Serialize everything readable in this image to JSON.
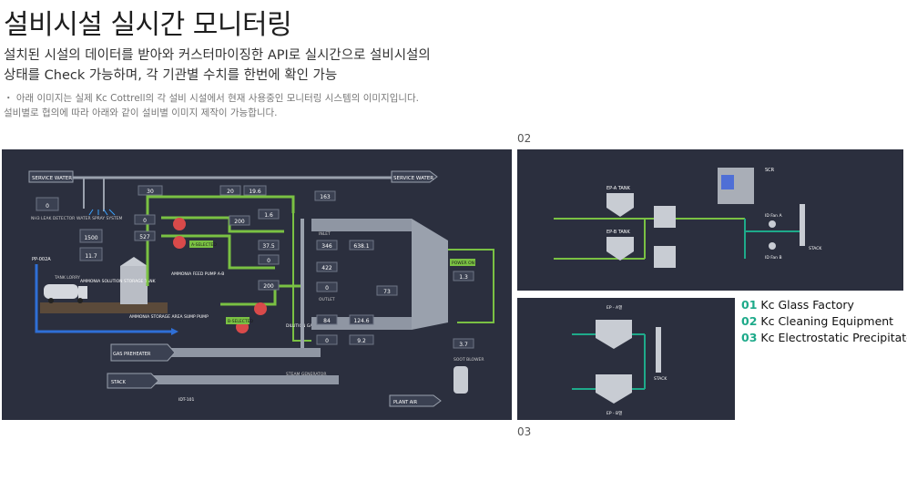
{
  "header": {
    "title": "설비시설 실시간 모니터링",
    "desc_line1": "설치된 시설의 데이터를 받아와 커스터마이징한 API로 실시간으로 설비시설의",
    "desc_line2": "상태를 Check 가능하며, 각 기관별 수치를 한번에 확인 가능",
    "note_line1": "・ 아래 이미지는 실제 Kc Cottrell의 각 설비 시설에서 현재 사용중인 모니터링 시스템의 이미지입니다.",
    "note_line2": "설비별로 협의에 따라 아래와 같이 설비별 이미지 제작이 가능합니다."
  },
  "labels": {
    "num02": "02",
    "num03": "03"
  },
  "legend": [
    {
      "num": "01",
      "text": "Kc Glass Factory"
    },
    {
      "num": "02",
      "text": "Kc Cleaning Equipment"
    },
    {
      "num": "03",
      "text": "Kc Electrostatic Precipitator"
    }
  ],
  "main_panel": {
    "service_water_left": "SERVICE WATER",
    "service_water_right": "SERVICE WATER",
    "nh3_leak": "NH3 LEAK DETECTOR",
    "water_spray": "WATER SPRAY SYSTEM",
    "pp002a": "PP-002A",
    "tank_lorry": "TANK LORRY",
    "tank_title": "AMMONIA SOLUTION STORAGE TANK",
    "feed_pump": "AMMONIA FEED PUMP A-B",
    "sump_pump": "AMMONIA STORAGE AREA SUMP PUMP",
    "gas_preheater": "GAS PREHEATER",
    "stack": "STACK",
    "idt_fan": "IDT-101",
    "dilution": "DILUTION GAS BLOWER",
    "steam_gen": "STEAM GENERATOR",
    "plant_air": "PLANT AIR",
    "soot_blower": "SOOT BLOWER",
    "a_selected": "A-SELECTED",
    "b_selected": "B-SELECTED",
    "power_on": "POWER ON",
    "inlet": "INLET",
    "outlet": "OUTLET",
    "readouts": {
      "r1": "0",
      "r2": "1500",
      "r3": "11.7",
      "r4": "30",
      "r5": "20",
      "r6": "19.6",
      "r7": "0",
      "r8": "527",
      "r9": "200",
      "r10": "1.6",
      "r11": "37.5",
      "r12": "0",
      "r13": "200",
      "r14": "163",
      "r15": "346",
      "r16": "638.1",
      "r17": "422",
      "r18": "0",
      "r19": "73",
      "r20": "84",
      "r21": "124.6",
      "r22": "0",
      "r23": "9.2",
      "r24": "1.3",
      "r25": "3.7"
    }
  },
  "right_top": {
    "ep_top": "EP-A TANK",
    "ep_bottom": "EP-B TANK",
    "scr": "SCR",
    "stack": "STACK",
    "id_fan_a": "ID Fan A",
    "id_fan_b": "ID Fan B"
  },
  "right_bottom": {
    "ep_a": "EP - A열",
    "ep_b": "EP - B열",
    "stack": "STACK"
  },
  "colors": {
    "panel_bg": "#2b2f3e",
    "pipe_green": "#7ac143",
    "pipe_blue": "#2f6fd6",
    "pipe_gray": "#8f96a3",
    "accent_teal": "#1eaa8a"
  }
}
